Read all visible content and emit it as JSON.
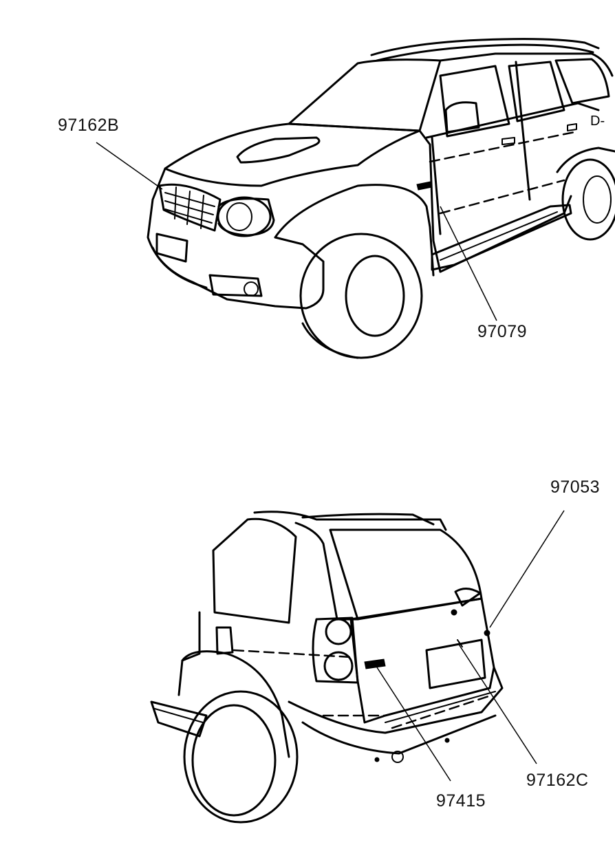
{
  "callouts": {
    "front_grille_badge": "97162B",
    "side_decal": "97079",
    "rear_top_badge": "97053",
    "rear_right_badge": "97162C",
    "rear_center_badge": "97415"
  }
}
